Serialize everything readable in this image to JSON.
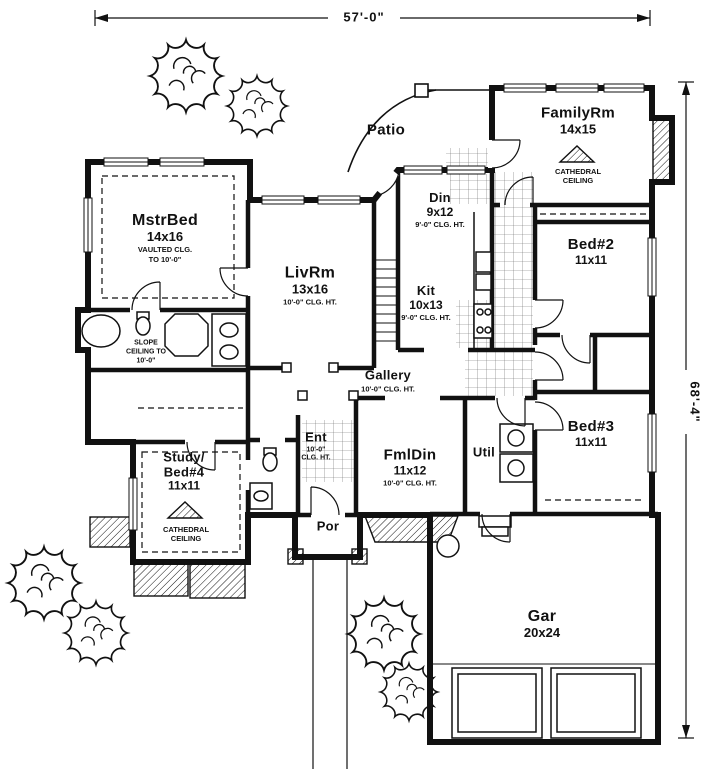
{
  "style": {
    "ink": "#111111",
    "paper": "#ffffff"
  },
  "dimensions": {
    "width_total": "57'-0\"",
    "height_total": "68'-4\""
  },
  "rooms": {
    "patio": {
      "name": "Patio"
    },
    "family": {
      "name": "FamilyRm",
      "size": "14x15",
      "ceiling_note": "CATHEDRAL CEILING"
    },
    "mstrbed": {
      "name": "MstrBed",
      "size": "14x16",
      "ceiling_note": "VAULTED CLG. TO 10'-0\""
    },
    "livrm": {
      "name": "LivRm",
      "size": "13x16",
      "ceiling_note": "10'-0\" CLG. HT."
    },
    "din": {
      "name": "Din",
      "size": "9x12",
      "ceiling_note": "9'-0\" CLG. HT."
    },
    "kit": {
      "name": "Kit",
      "size": "10x13",
      "ceiling_note": "9'-0\" CLG. HT."
    },
    "bed2": {
      "name": "Bed#2",
      "size": "11x11"
    },
    "bed3": {
      "name": "Bed#3",
      "size": "11x11"
    },
    "gallery": {
      "name": "Gallery",
      "ceiling_note": "10'-0\" CLG. HT."
    },
    "ent": {
      "name": "Ent",
      "ceiling_note": "10'-0\" CLG. HT."
    },
    "fmldin": {
      "name": "FmlDin",
      "size": "11x12",
      "ceiling_note": "10'-0\" CLG. HT."
    },
    "util": {
      "name": "Util"
    },
    "study": {
      "name_line1": "Study/",
      "name_line2": "Bed#4",
      "size": "11x11",
      "ceiling_note": "CATHEDRAL CEILING"
    },
    "por": {
      "name": "Por"
    },
    "gar": {
      "name": "Gar",
      "size": "20x24"
    }
  },
  "annotations": {
    "slope_note": "SLOPE CEILING TO 10'-0\""
  }
}
